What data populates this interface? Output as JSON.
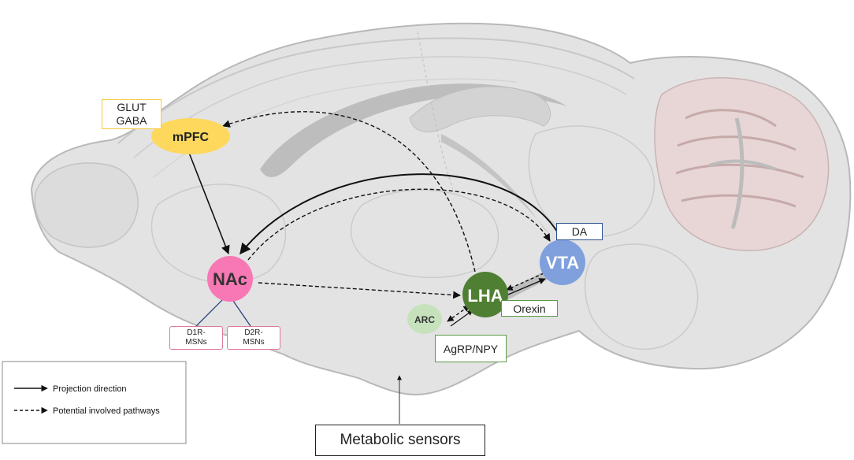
{
  "nodes": {
    "mpfc": {
      "label": "mPFC",
      "color": "#fdd85d"
    },
    "nac": {
      "label": "NAc",
      "color": "#f778b4"
    },
    "lha": {
      "label": "LHA",
      "color": "#4f7f33"
    },
    "vta": {
      "label": "VTA",
      "color": "#7fa0dd"
    },
    "arc": {
      "label": "ARC",
      "color": "#c6e2bd"
    }
  },
  "boxes": {
    "glut_gaba": {
      "lines": [
        "GLUT",
        "GABA"
      ],
      "border": "#f5c842"
    },
    "d1r": {
      "lines": [
        "D1R-",
        "MSNs"
      ],
      "border": "#e0789e"
    },
    "d2r": {
      "lines": [
        "D2R-",
        "MSNs"
      ],
      "border": "#e0789e"
    },
    "da": {
      "text": "DA",
      "border": "#2b4f8c"
    },
    "orexin": {
      "text": "Orexin",
      "border": "#5a9a48"
    },
    "agrp": {
      "text": "AgRP/NPY",
      "border": "#5a9a48"
    },
    "metabolic": {
      "text": "Metabolic sensors",
      "border": "#222222"
    }
  },
  "legend": {
    "projection": "Projection direction",
    "potential": "Potential involved pathways"
  },
  "colors": {
    "brain_fill": "#e3e3e3",
    "brain_outline": "#b8b8b8",
    "brain_inner": "#cfcfcf",
    "cerebellum_tint": "#e6cccc",
    "arrow": "#111111"
  }
}
